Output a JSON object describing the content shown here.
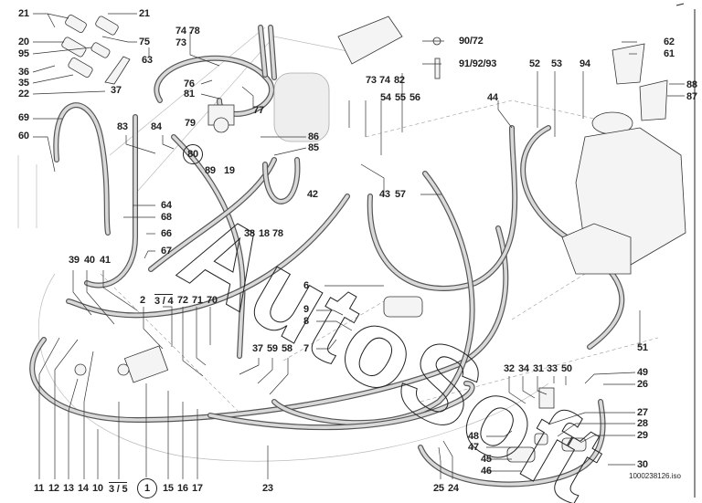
{
  "diagram": {
    "title": "Hydraulic hoses and fittings – exploded parts view",
    "document_id": "1000238126.iso",
    "watermark": "AutoSoft",
    "assembly_marker": "1",
    "colors": {
      "line": "#222222",
      "hose": "#555555",
      "hose_fill": "#d9d9d9",
      "background": "#ffffff"
    },
    "callouts": {
      "c21a": "21",
      "c21b": "21",
      "c20": "20",
      "c95": "95",
      "c75": "75",
      "c63": "63",
      "c36": "36",
      "c35": "35",
      "c22": "22",
      "c37a": "37",
      "c74_78": "74 78",
      "c73a": "73",
      "c76": "76",
      "c81": "81",
      "c77": "77",
      "c79": "79",
      "c82": "82",
      "c73b": "73",
      "c74b": "74",
      "c90_72": "90/72",
      "c91_92_93": "91/92/93",
      "c62": "62",
      "c61": "61",
      "c88": "88",
      "c87": "87",
      "c52": "52",
      "c53": "53",
      "c94": "94",
      "c44": "44",
      "c54": "54",
      "c55": "55",
      "c56": "56",
      "c43": "43",
      "c57": "57",
      "c69": "69",
      "c60": "60",
      "c83": "83",
      "c84": "84",
      "c80": "80",
      "c89": "89",
      "c19": "19",
      "c86": "86",
      "c85": "85",
      "c64": "64",
      "c68": "68",
      "c66": "66",
      "c67": "67",
      "c38": "38",
      "c18": "18",
      "c78b": "78",
      "c42": "42",
      "c39": "39",
      "c40": "40",
      "c41": "41",
      "c2": "2",
      "c3_4": "3 / 4",
      "c72": "72",
      "c71": "71",
      "c70": "70",
      "c6": "6",
      "c9": "9",
      "c8": "8",
      "c7": "7",
      "c37b": "37",
      "c59": "59",
      "c58": "58",
      "c51": "51",
      "c32": "32",
      "c34": "34",
      "c31": "31",
      "c33": "33",
      "c50": "50",
      "c49": "49",
      "c26": "26",
      "c27": "27",
      "c28": "28",
      "c29": "29",
      "c30": "30",
      "c48": "48",
      "c47": "47",
      "c45": "45",
      "c46": "46",
      "c11": "11",
      "c12": "12",
      "c13": "13",
      "c14": "14",
      "c10": "10",
      "c3_5": "3 / 5",
      "c15": "15",
      "c16": "16",
      "c17": "17",
      "c23": "23",
      "c25": "25",
      "c24": "24"
    }
  }
}
